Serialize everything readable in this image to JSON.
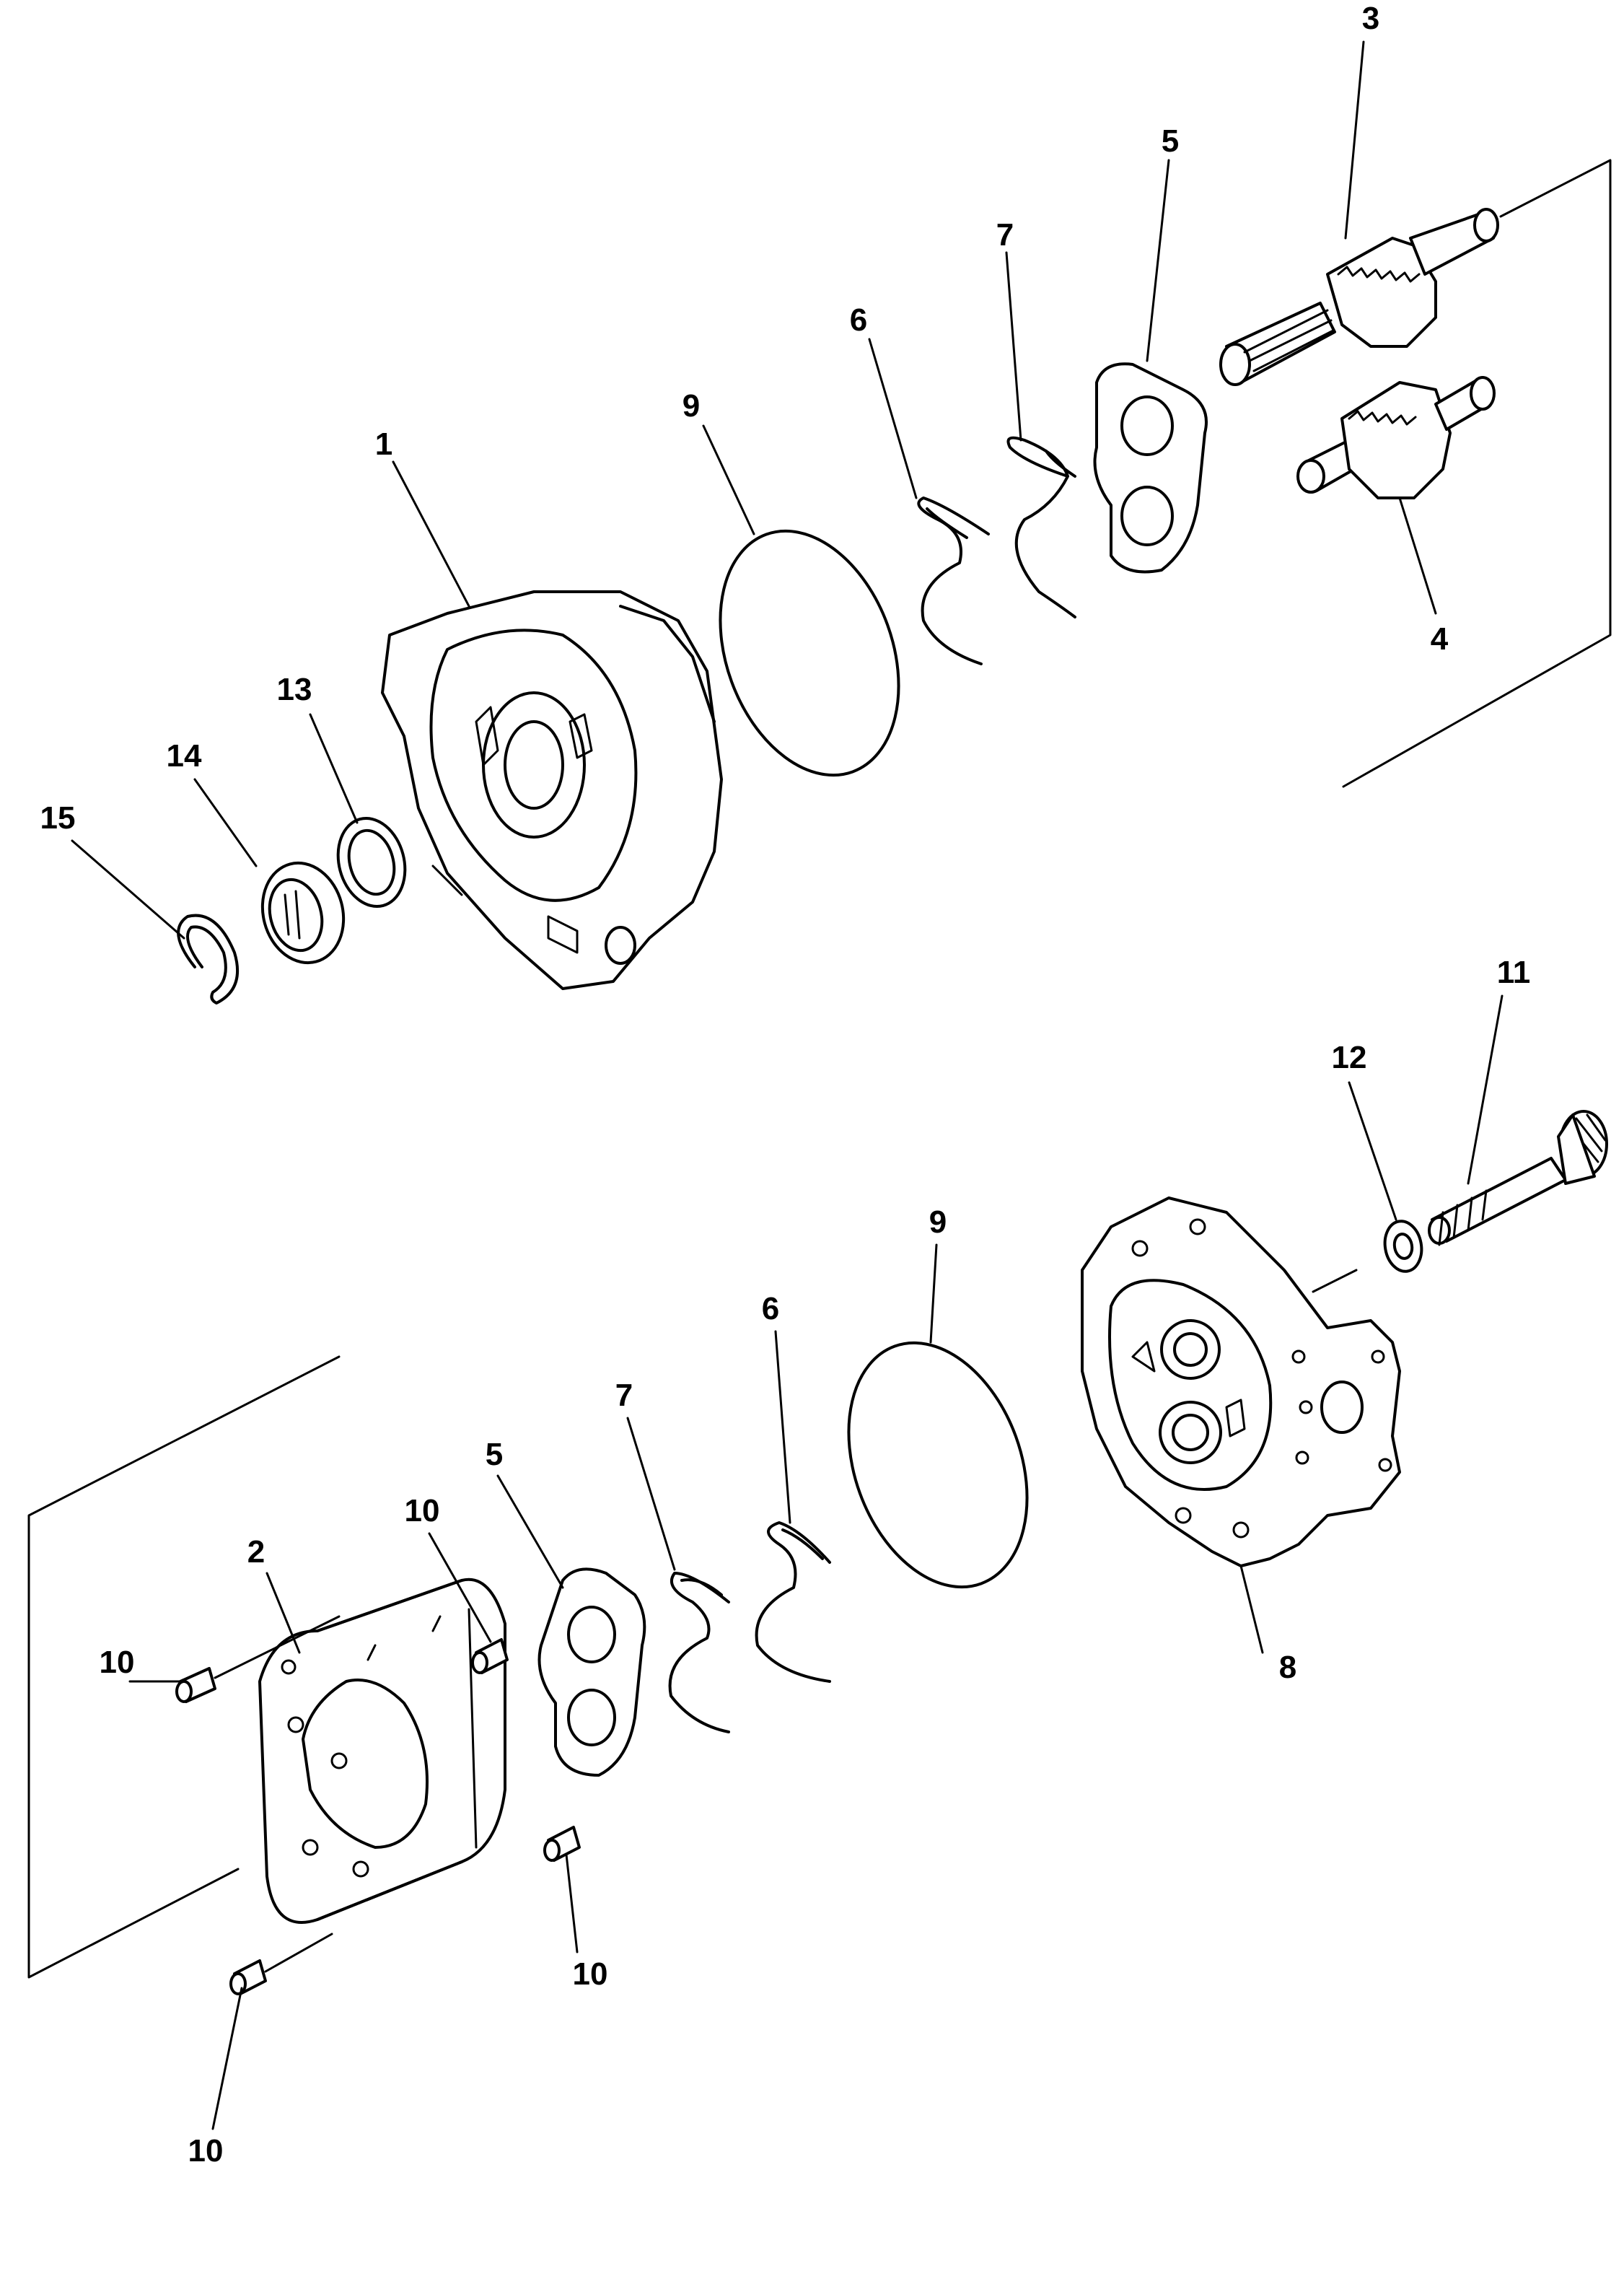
{
  "diagram": {
    "labels": {
      "p1": "1",
      "p2": "2",
      "p3": "3",
      "p4": "4",
      "p5_top": "5",
      "p5_bottom": "5",
      "p6_top": "6",
      "p6_bottom": "6",
      "p7_top": "7",
      "p7_bottom": "7",
      "p8": "8",
      "p9_top": "9",
      "p9_bottom": "9",
      "p10_a": "10",
      "p10_b": "10",
      "p10_c": "10",
      "p10_d": "10",
      "p11": "11",
      "p12": "12",
      "p13": "13",
      "p14": "14",
      "p15": "15"
    }
  }
}
